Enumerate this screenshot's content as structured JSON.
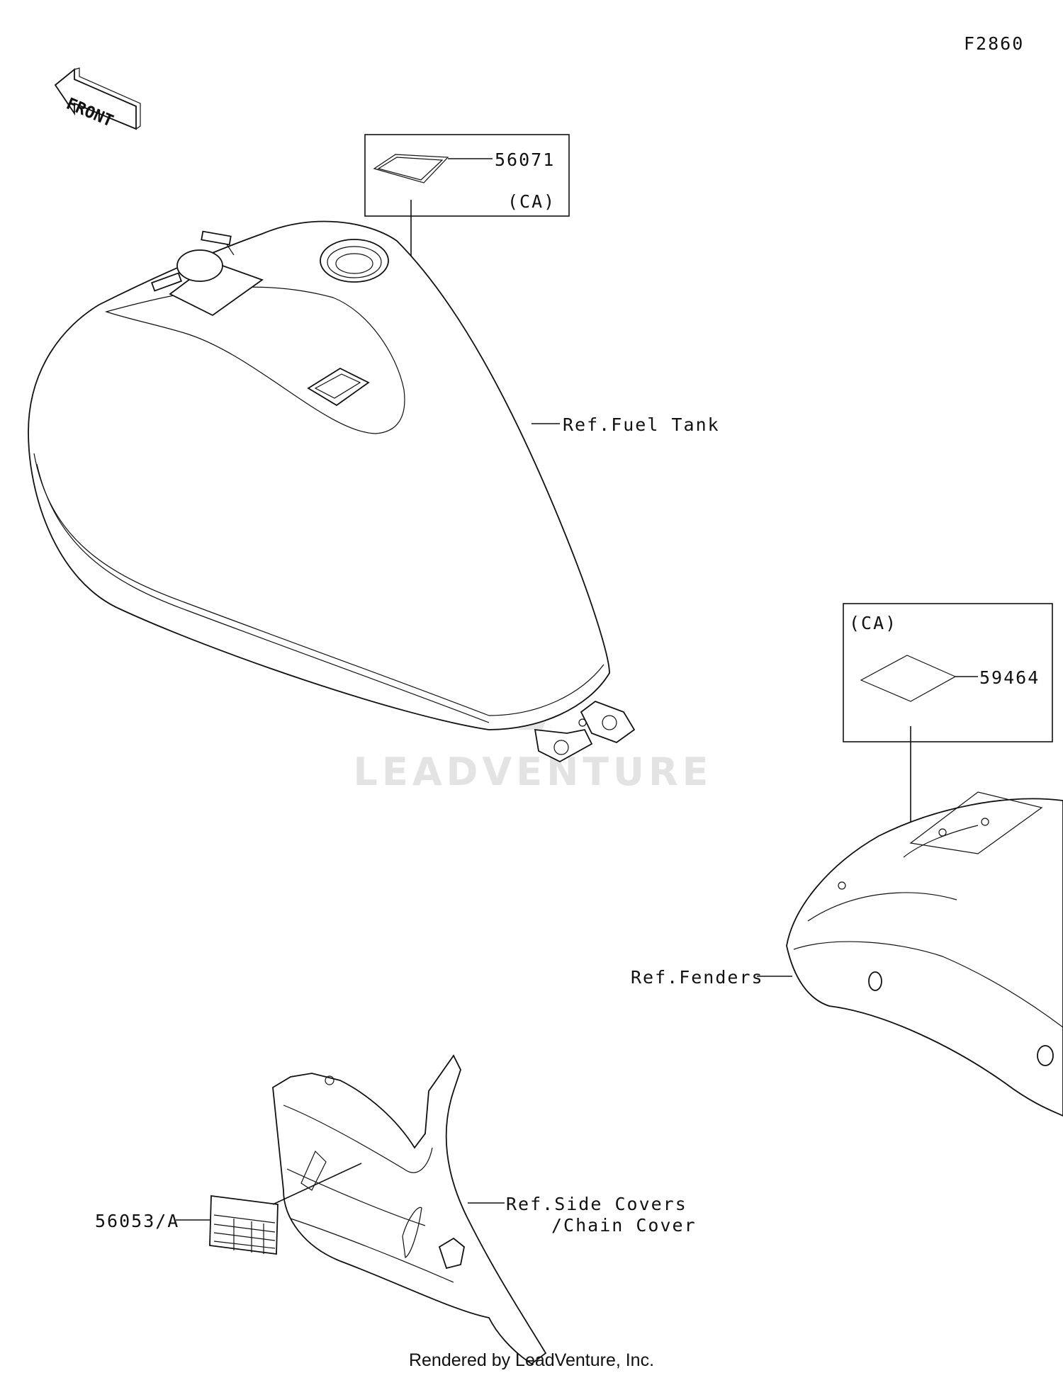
{
  "diagram_code": "F2860",
  "direction_marker": "FRONT",
  "watermark": "LEADVENTURE",
  "footer": "Rendered by LeadVenture, Inc.",
  "parts": {
    "tank_decal": {
      "number": "56071",
      "region": "(CA)"
    },
    "fender_decal": {
      "number": "59464",
      "region": "(CA)"
    },
    "side_label": {
      "number": "56053/A"
    }
  },
  "references": {
    "fuel_tank": "Ref.Fuel Tank",
    "fenders": "Ref.Fenders",
    "side_covers_line1": "Ref.Side Covers",
    "side_covers_line2": "/Chain Cover"
  },
  "icons": [
    "front-arrow-icon",
    "watermark-flame-icon"
  ],
  "colors": {
    "line": "#111111",
    "watermark": "#e3e3e3",
    "background": "#ffffff"
  }
}
